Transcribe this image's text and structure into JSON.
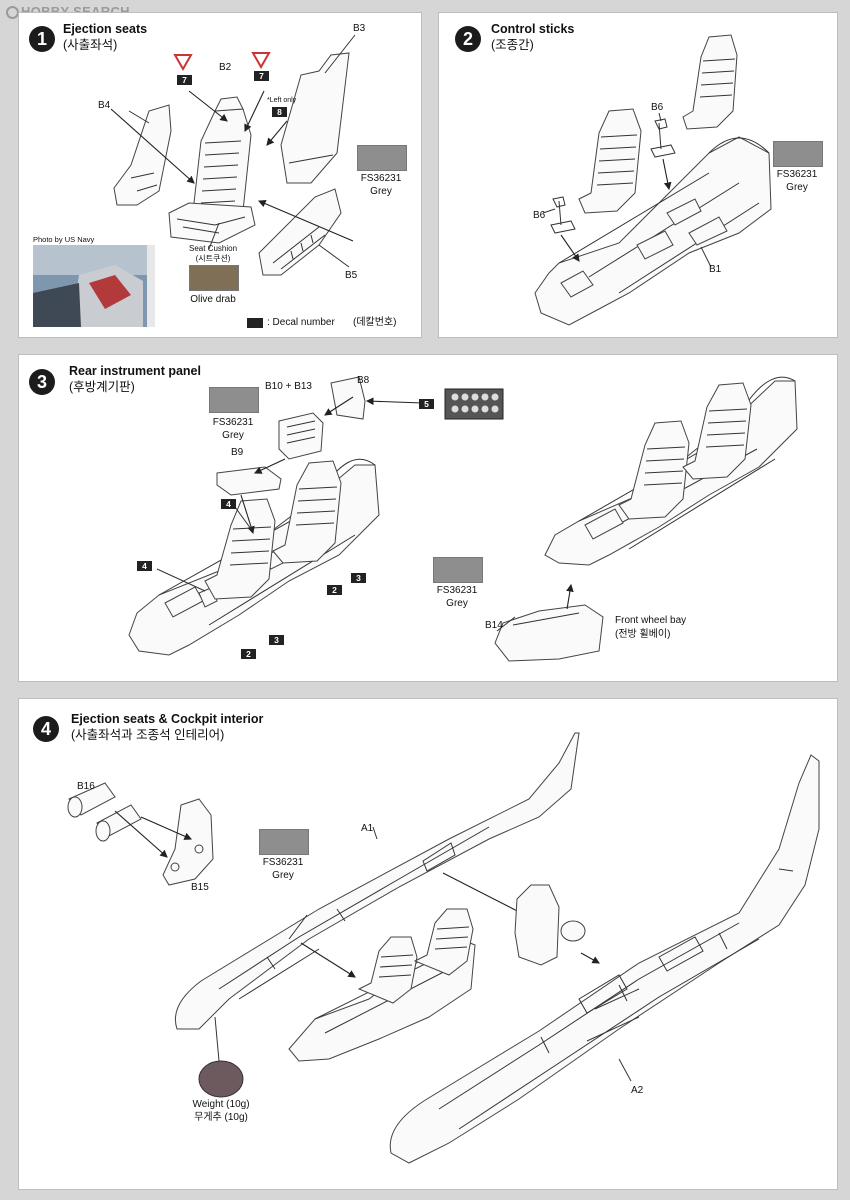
{
  "watermark": "HOBBY SEARCH",
  "steps": [
    {
      "num": "1",
      "title": "Ejection seats",
      "title_kr": "(사출좌석)",
      "parts": [
        "B2",
        "B3",
        "B4",
        "B5"
      ],
      "decals": [
        "7",
        "7",
        "8"
      ],
      "left_only": "*Left only",
      "paint": {
        "name": "FS36231",
        "label": "Grey",
        "color": "#8e8e8e"
      },
      "cushion_label": "Seat Cushion",
      "cushion_kr": "(시트쿠션)",
      "cushion_paint": {
        "label": "Olive drab",
        "color": "#7f6f57"
      },
      "photo_caption": "Photo by US Navy",
      "legend": ": Decal number",
      "legend_kr": "(데칼번호)"
    },
    {
      "num": "2",
      "title": "Control sticks",
      "title_kr": "(조종간)",
      "parts": [
        "B6",
        "B6",
        "B1"
      ],
      "paint": {
        "name": "FS36231",
        "label": "Grey",
        "color": "#8e8e8e"
      }
    },
    {
      "num": "3",
      "title": "Rear instrument panel",
      "title_kr": "(후방계기판)",
      "parts": [
        "B10 + B13",
        "B8",
        "B9",
        "B14"
      ],
      "decals": [
        "5",
        "4",
        "4",
        "3",
        "2",
        "3",
        "2"
      ],
      "paint_a": {
        "name": "FS36231",
        "label": "Grey",
        "color": "#8e8e8e"
      },
      "paint_b": {
        "name": "FS36231",
        "label": "Grey",
        "color": "#8e8e8e"
      },
      "front_bay": "Front wheel bay",
      "front_bay_kr": "(전방 휠베이)"
    },
    {
      "num": "4",
      "title": "Ejection seats & Cockpit interior",
      "title_kr": "(사출좌석과 조종석 인테리어)",
      "parts": [
        "B16",
        "B15",
        "A1",
        "A2"
      ],
      "paint": {
        "name": "FS36231",
        "label": "Grey",
        "color": "#8e8e8e"
      },
      "weight": "Weight (10g)",
      "weight_kr": "무게추 (10g)",
      "weight_color": "#6c5a5f"
    }
  ]
}
